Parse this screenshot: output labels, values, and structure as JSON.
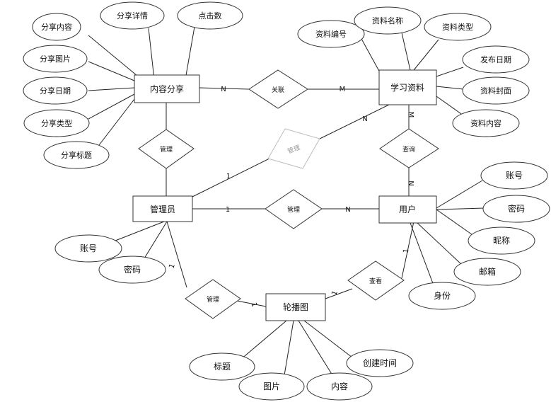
{
  "entities": {
    "content_share": "内容分享",
    "study_material": "学习资料",
    "admin": "管理员",
    "user": "用户",
    "carousel": "轮播图"
  },
  "attributes": {
    "content_share": [
      "分享内容",
      "分享详情",
      "点击数",
      "分享图片",
      "分享日期",
      "分享类型",
      "分享标题"
    ],
    "study_material": [
      "资料编号",
      "资料名称",
      "资料类型",
      "发布日期",
      "资料封面",
      "资料内容"
    ],
    "admin": [
      "账号",
      "密码"
    ],
    "user": [
      "账号",
      "密码",
      "昵称",
      "邮箱",
      "身份"
    ],
    "carousel": [
      "标题",
      "图片",
      "内容",
      "创建时间"
    ]
  },
  "relationships": {
    "share_material": "关联",
    "admin_share": "管理",
    "admin_material": "管理",
    "user_material": "查询",
    "admin_user": "管理",
    "admin_carousel": "管理",
    "user_carousel": "查看"
  },
  "cardinalities": {
    "share_rel": "N",
    "rel_material": "M",
    "admin_material_admin_side": "1",
    "admin_material_material_side": "N",
    "material_query": "M",
    "query_user": "N",
    "admin_user_admin_side": "1",
    "admin_user_user_side": "N",
    "admin_carousel_admin_side": "1",
    "admin_carousel_carousel_side": "1",
    "carousel_view": "1",
    "view_user": "1"
  }
}
